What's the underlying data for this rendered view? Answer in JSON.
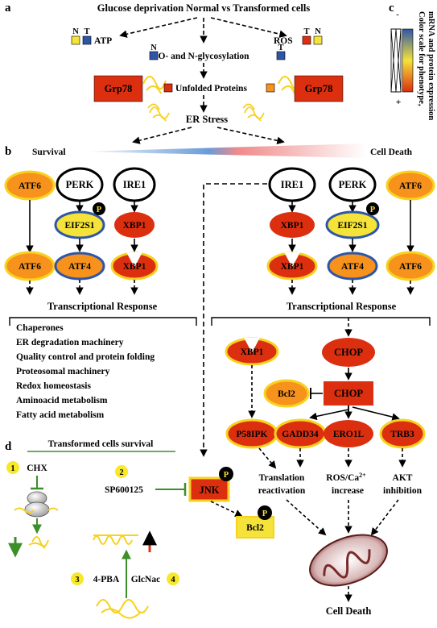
{
  "panels": {
    "a": "a",
    "b": "b",
    "c": "c",
    "d": "d"
  },
  "panel_a": {
    "title": "Glucose deprivation Normal vs Transformed cells",
    "atp": "ATP",
    "ros": "ROS",
    "glycosylation": "O- and N-glycosylation",
    "unfolded": "Unfolded Proteins",
    "er_stress": "ER Stress",
    "grp78": "Grp78",
    "n": "N",
    "t": "T"
  },
  "color_scale": {
    "label_line1": "Color scale for phenotype,",
    "label_line2": "mRNA and protein expression",
    "minus": "-",
    "plus": "+"
  },
  "panel_b": {
    "survival": "Survival",
    "cell_death": "Cell Death",
    "atf6": "ATF6",
    "perk": "PERK",
    "ire1": "IRE1",
    "eif2s1": "EIF2S1",
    "xbp1": "XBP1",
    "atf4": "ATF4",
    "xbp1_spliced": "XBP1",
    "p": "P",
    "transcriptional_response": "Transcriptional Response",
    "survival_list": [
      "Chaperones",
      "ER degradation machinery",
      "Quality control and protein folding",
      "Proteosomal machinery",
      "Redox homeostasis",
      "Aminoacid metabolism",
      "Fatty acid metabolism"
    ],
    "chop": "CHOP",
    "bcl2": "Bcl2",
    "p58ipk": "P58IPK",
    "gadd34": "GADD34",
    "ero1l": "ERO1L",
    "trb3": "TRB3",
    "translation_1": "Translation",
    "translation_2": "reactivation",
    "ros_ca_1": "ROS/Ca",
    "ros_ca_sup": "2+",
    "ros_ca_2": "increase",
    "akt_1": "AKT",
    "akt_2": "inhibition",
    "cell_death_final": "Cell Death"
  },
  "panel_d": {
    "title": "Transformed cells survival",
    "chx": "CHX",
    "sp600125": "SP600125",
    "jnk": "JNK",
    "bcl2": "Bcl2",
    "four_pba": "4-PBA",
    "glcnac": "GlcNac",
    "nums": [
      "1",
      "2",
      "3",
      "4"
    ]
  },
  "colors": {
    "red": "#dc2f0f",
    "orange": "#f7921d",
    "yellow": "#f5e33a",
    "blue": "#2e56a6",
    "outline_yellow": "#f7d21e",
    "green": "#3d8f2a"
  }
}
